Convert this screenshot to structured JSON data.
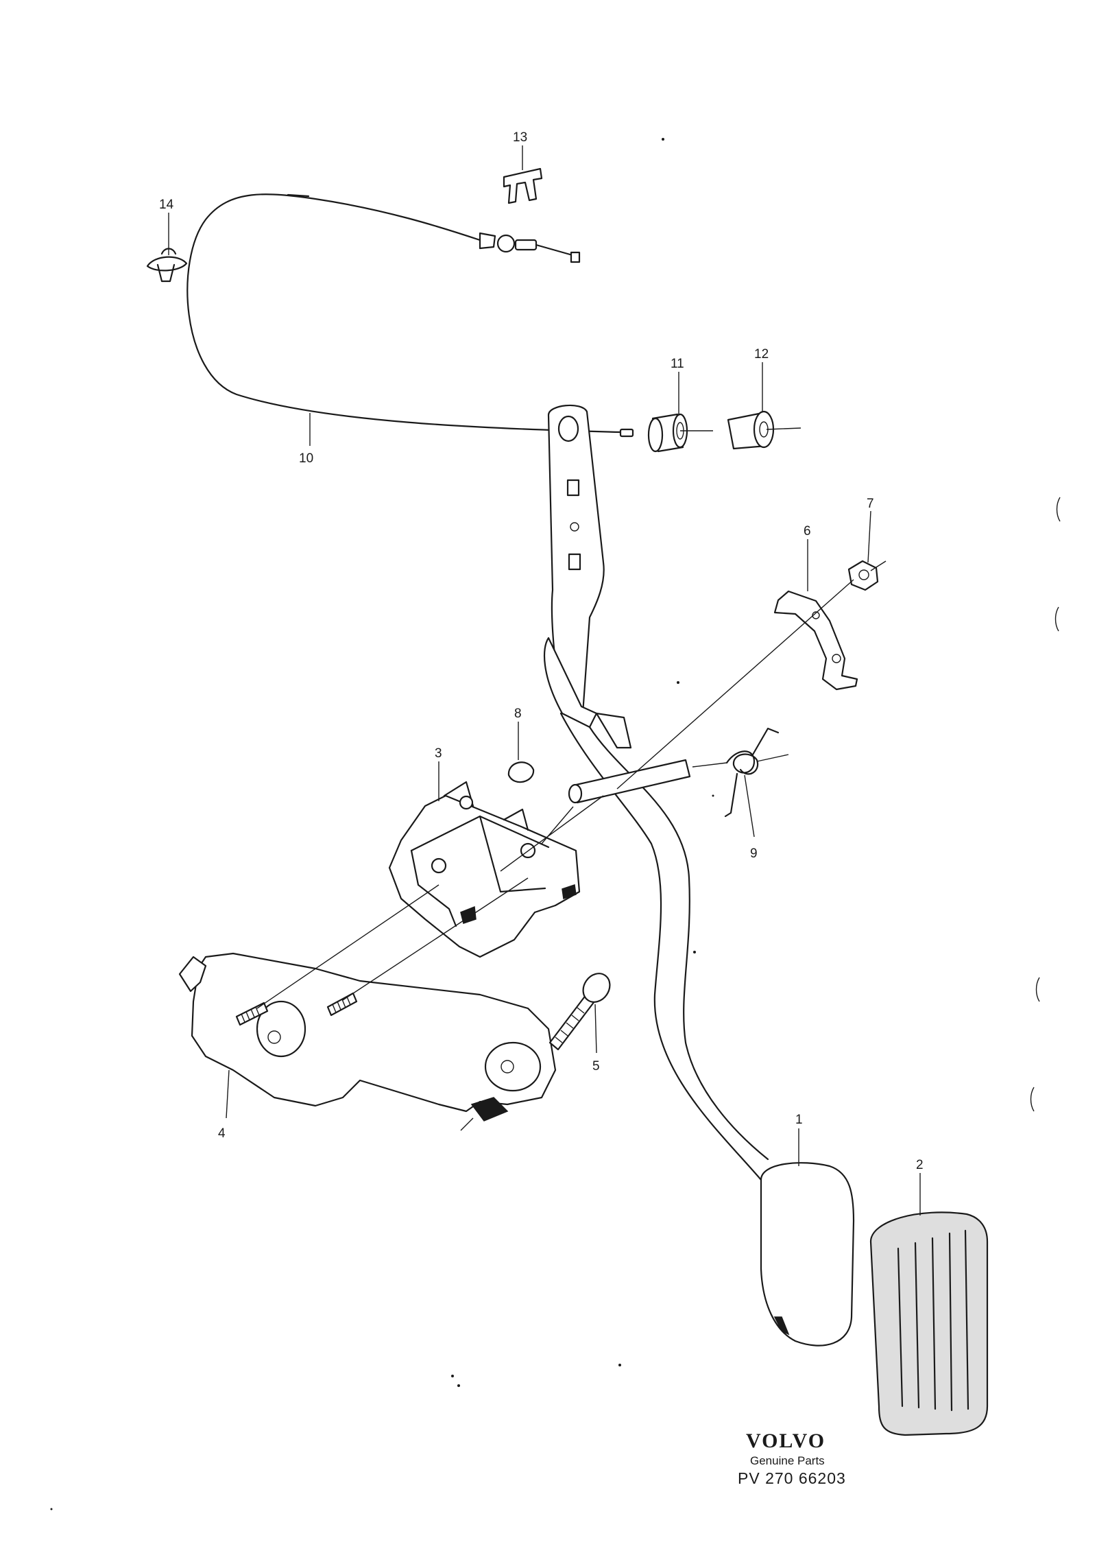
{
  "callouts": {
    "c1": "1",
    "c2": "2",
    "c3": "3",
    "c4": "4",
    "c5": "5",
    "c6": "6",
    "c7": "7",
    "c8": "8",
    "c9": "9",
    "c10": "10",
    "c11": "11",
    "c12": "12",
    "c13": "13",
    "c14": "14"
  },
  "footer": {
    "brand": "VOLVO",
    "tagline": "Genuine Parts",
    "part_number": "PV 270 66203"
  }
}
